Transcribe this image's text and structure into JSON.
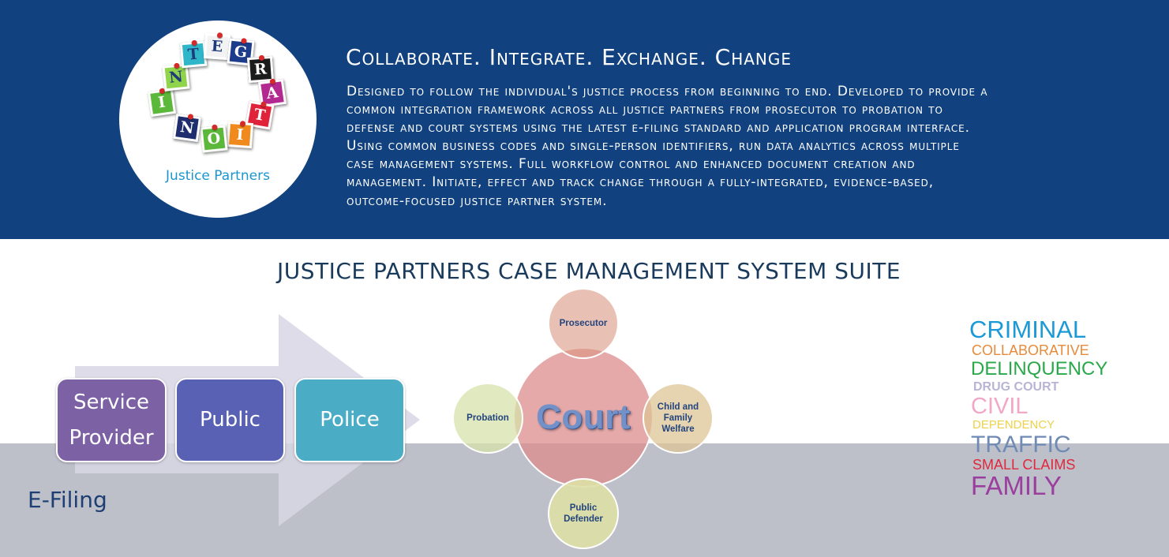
{
  "header": {
    "logo": {
      "tiles": [
        {
          "letter": "I",
          "bg": "#5cb83a",
          "fg": "#ffffff"
        },
        {
          "letter": "N",
          "bg": "#8fd44a",
          "fg": "#1e3a7a"
        },
        {
          "letter": "T",
          "bg": "#2fb6c9",
          "fg": "#1e3a7a"
        },
        {
          "letter": "E",
          "bg": "#f3f3f3",
          "fg": "#1e3a7a"
        },
        {
          "letter": "G",
          "bg": "#1d3d8c",
          "fg": "#ffffff"
        },
        {
          "letter": "R",
          "bg": "#1b1b1b",
          "fg": "#ffffff"
        },
        {
          "letter": "A",
          "bg": "#b4298f",
          "fg": "#ffffff"
        },
        {
          "letter": "T",
          "bg": "#e0223a",
          "fg": "#ffffff"
        },
        {
          "letter": "I",
          "bg": "#f08a1c",
          "fg": "#ffffff"
        },
        {
          "letter": "O",
          "bg": "#5cb83a",
          "fg": "#ffffff"
        },
        {
          "letter": "N",
          "bg": "#1d2d6e",
          "fg": "#ffffff"
        }
      ],
      "label": "Justice Partners"
    },
    "tagline": "Collaborate. Integrate. Exchange. Change",
    "description_lines": [
      "Designed to follow the individual's justice process from beginning to end.  Developed to provide a",
      "common integration framework across all justice partners from prosecutor to probation to",
      "defense and court systems using the latest e-filing standard and application program interface.",
      "Using common business codes and single-person identifiers, run data analytics across multiple",
      "case management systems.  Full workflow control and enhanced document creation and",
      "management.  Initiate, effect and track change through a fully-integrated, evidence-based,",
      "outcome-focused justice partner system."
    ],
    "colors": {
      "banner": "#11427f",
      "text": "#ffffff"
    }
  },
  "suite": {
    "title": "JUSTICE PARTNERS CASE MANAGEMENT SYSTEM SUITE"
  },
  "efiling": {
    "label": "E-Filing",
    "steps": [
      {
        "line1": "Service",
        "line2": "Provider",
        "color": "#7c61a5"
      },
      {
        "line1": "Public",
        "line2": "",
        "color": "#5861b3"
      },
      {
        "line1": "Police",
        "line2": "",
        "color": "#4bacc6"
      }
    ],
    "arrow_color": "#d8d6e4"
  },
  "partners": {
    "center": "Court",
    "prosecutor": "Prosecutor",
    "probation": "Probation",
    "child_welfare": [
      "Child and",
      "Family",
      "Welfare"
    ],
    "public_defender": [
      "Public",
      "Defender"
    ]
  },
  "case_types": [
    {
      "label": "CRIMINAL",
      "color": "#1c9ad6"
    },
    {
      "label": "COLLABORATIVE",
      "color": "#e78b3b"
    },
    {
      "label": "DELINQUENCY",
      "color": "#2aa84a"
    },
    {
      "label": "DRUG COURT",
      "color": "#b8b4d6"
    },
    {
      "label": "CIVIL",
      "color": "#f1a7c6"
    },
    {
      "label": "DEPENDENCY",
      "color": "#ecd24c"
    },
    {
      "label": "TRAFFIC",
      "color": "#6f8bb5"
    },
    {
      "label": "SMALL CLAIMS",
      "color": "#e0293c"
    },
    {
      "label": "FAMILY",
      "color": "#9a3f9d"
    }
  ]
}
